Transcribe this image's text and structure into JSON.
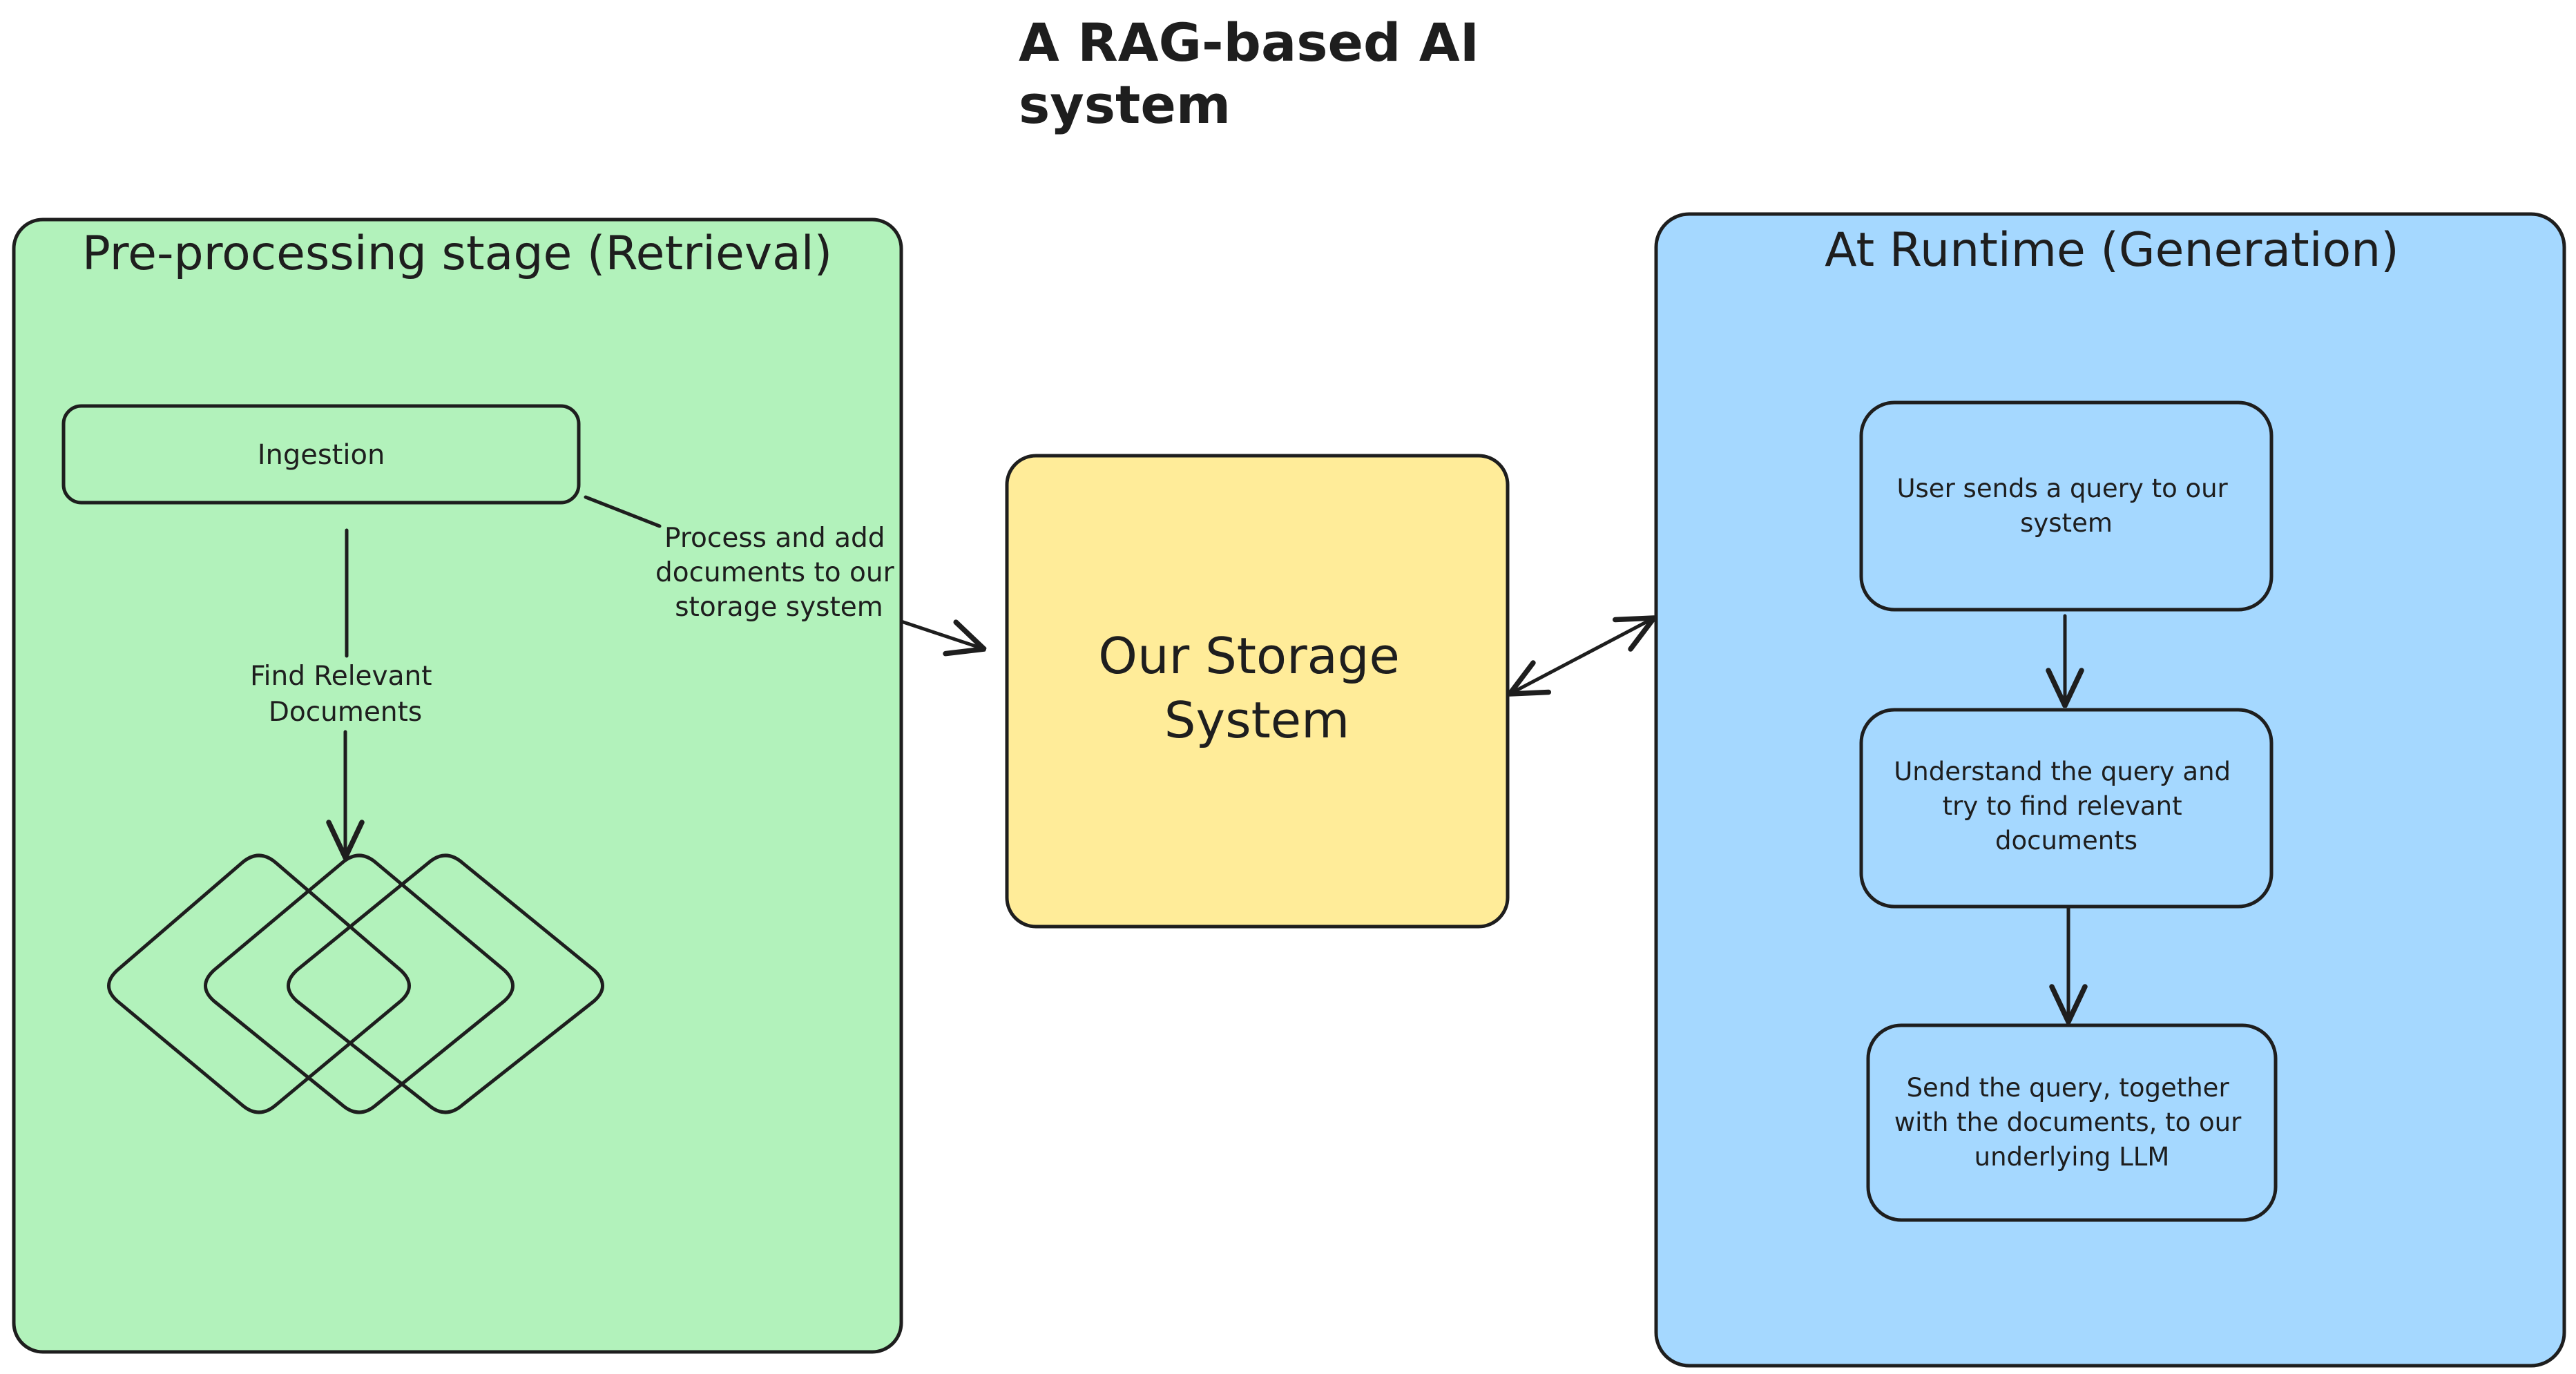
{
  "title": "A RAG-based AI system",
  "title_lines": [
    "A RAG-based AI",
    "system"
  ],
  "colors": {
    "ink": "#1e1e1e",
    "retrieval_bg": "#b2f2bb",
    "storage_bg": "#ffec99",
    "generation_bg": "#a5d8ff",
    "canvas_bg": "#ffffff"
  },
  "retrieval": {
    "heading": "Pre-processing stage (Retrieval)",
    "ingestion_label": "Ingestion",
    "edge_find_lines": [
      "Find Relevant",
      "Documents"
    ],
    "edge_process_lines": [
      "Process and add",
      "documents to our",
      "storage system"
    ],
    "documents_icon": "stacked-diamonds-icon"
  },
  "storage": {
    "label_lines": [
      "Our Storage",
      "System"
    ]
  },
  "generation": {
    "heading": "At Runtime (Generation)",
    "steps": [
      {
        "lines": [
          "User sends a query to our",
          "system"
        ]
      },
      {
        "lines": [
          "Understand the query and",
          "try to find relevant",
          "documents"
        ]
      },
      {
        "lines": [
          "Send the query, together",
          "with the documents, to our",
          "underlying LLM"
        ]
      }
    ]
  }
}
